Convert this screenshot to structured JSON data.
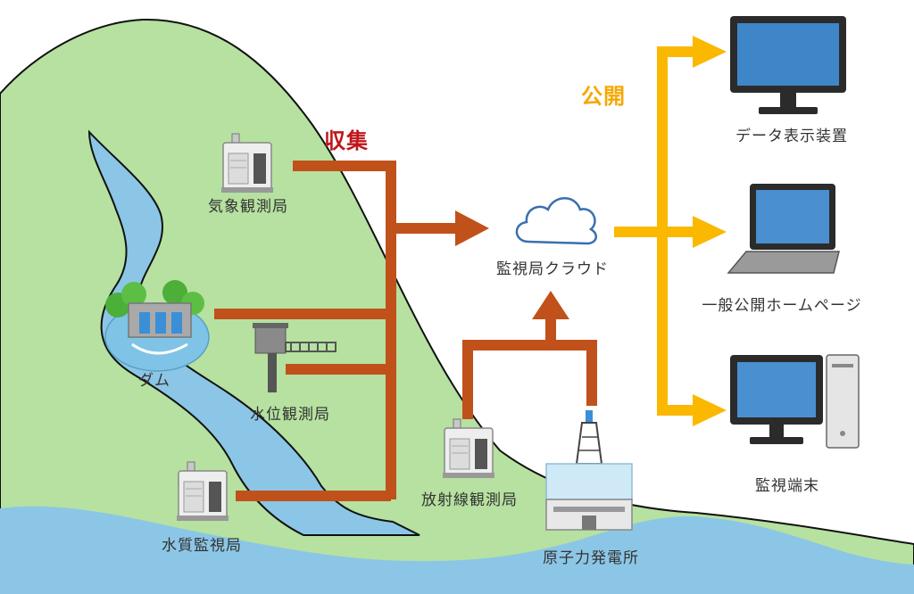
{
  "headers": {
    "collect": "収集",
    "publish": "公開"
  },
  "labels": {
    "weather_station": "気象観測局",
    "dam": "ダム",
    "water_level_station": "水位観測局",
    "water_quality_station": "水質監視局",
    "radiation_station": "放射線観測局",
    "nuclear_plant": "原子力発電所",
    "cloud": "監視局クラウド",
    "display_device": "データ表示装置",
    "public_homepage": "一般公開ホームページ",
    "monitor_terminal": "監視端末"
  },
  "colors": {
    "collect_arrow": "#c1511b",
    "publish_arrow": "#fbb800",
    "collect_text": "#c0161b",
    "publish_text": "#f5a800",
    "hill": "#b6e1a0",
    "river": "#8cc6e6",
    "sea": "#8cc6e6"
  },
  "icons": [
    "station-box-icon",
    "dam-icon",
    "water-gauge-icon",
    "power-plant-icon",
    "cloud-icon",
    "monitor-icon",
    "laptop-icon",
    "desktop-pc-icon"
  ]
}
